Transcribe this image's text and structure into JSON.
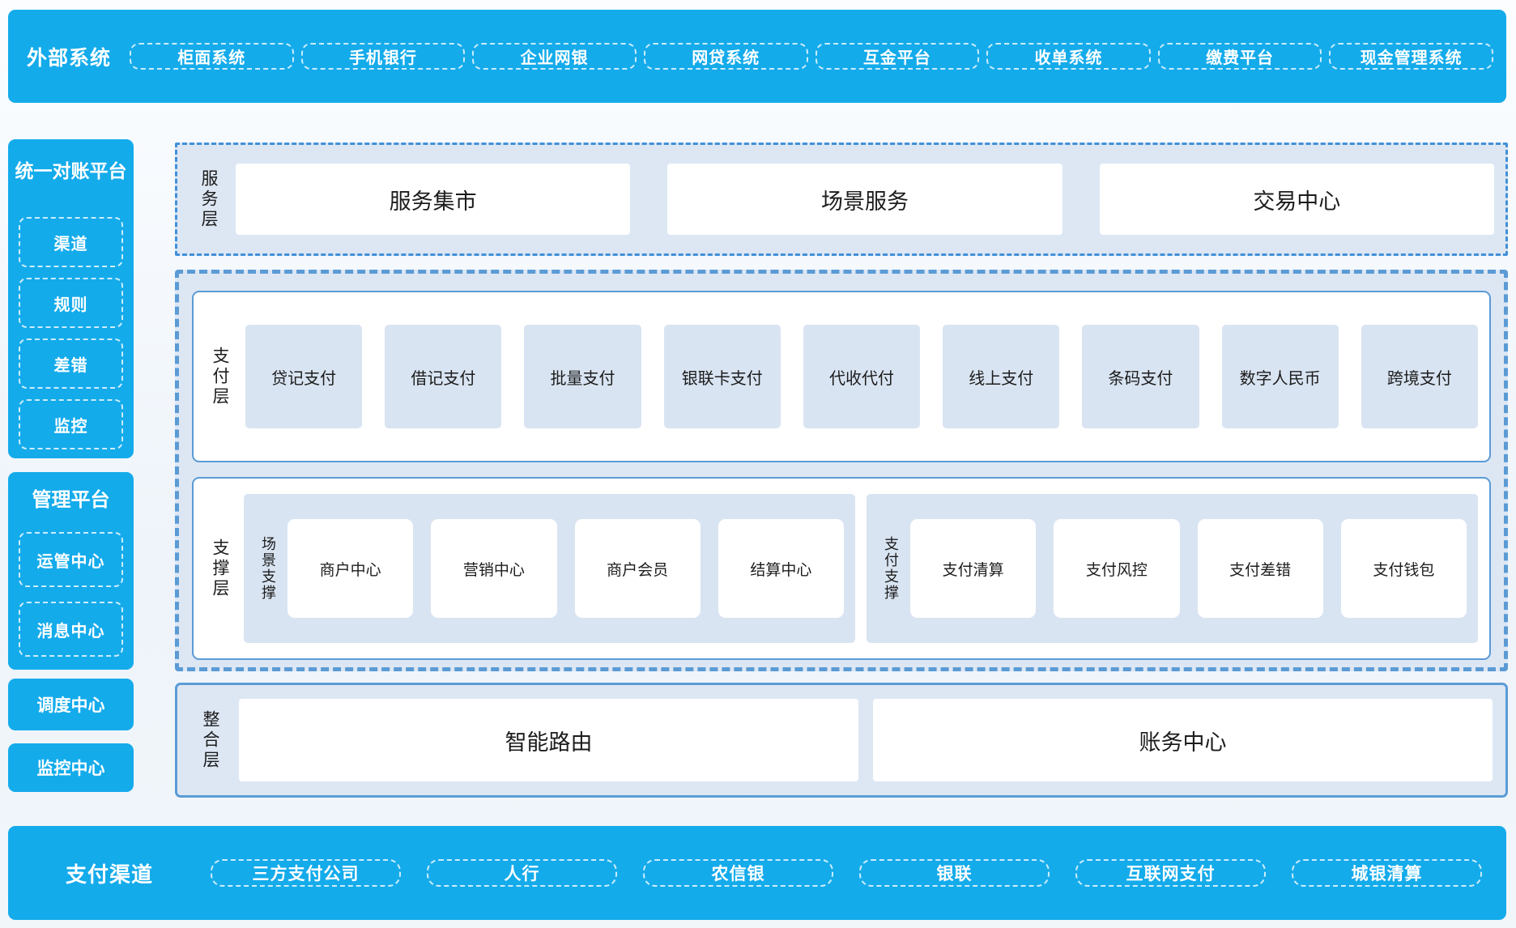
{
  "colors": {
    "accent_blue": "#14ABEB",
    "panel_fill": "#DDE7F4",
    "item_fill": "#D9E4F2",
    "border_blue": "#5B9BD5",
    "text_dark": "#1C1C1C"
  },
  "external_systems": {
    "title": "外部系统",
    "items": [
      "柜面系统",
      "手机银行",
      "企业网银",
      "网贷系统",
      "互金平台",
      "收单系统",
      "缴费平台",
      "现金管理系统"
    ]
  },
  "reconciliation_platform": {
    "title": "统一对账平台",
    "items": [
      "渠道",
      "规则",
      "差错",
      "监控"
    ]
  },
  "management_platform": {
    "title": "管理平台",
    "items": [
      "运管中心",
      "消息中心"
    ]
  },
  "dispatch_center": "调度中心",
  "monitoring_center": "监控中心",
  "service_layer": {
    "label": "服务层",
    "items": [
      "服务集市",
      "场景服务",
      "交易中心"
    ]
  },
  "payment_layer": {
    "label": "支付层",
    "items": [
      "贷记支付",
      "借记支付",
      "批量支付",
      "银联卡支付",
      "代收代付",
      "线上支付",
      "条码支付",
      "数字人民币",
      "跨境支付"
    ]
  },
  "support_layer": {
    "label": "支撑层",
    "groups": [
      {
        "label": "场景支撑",
        "items": [
          "商户中心",
          "营销中心",
          "商户会员",
          "结算中心"
        ]
      },
      {
        "label": "支付支撑",
        "items": [
          "支付清算",
          "支付风控",
          "支付差错",
          "支付钱包"
        ]
      }
    ]
  },
  "integration_layer": {
    "label": "整合层",
    "items": [
      "智能路由",
      "账务中心"
    ]
  },
  "payment_channels": {
    "title": "支付渠道",
    "items": [
      "三方支付公司",
      "人行",
      "农信银",
      "银联",
      "互联网支付",
      "城银清算"
    ]
  }
}
